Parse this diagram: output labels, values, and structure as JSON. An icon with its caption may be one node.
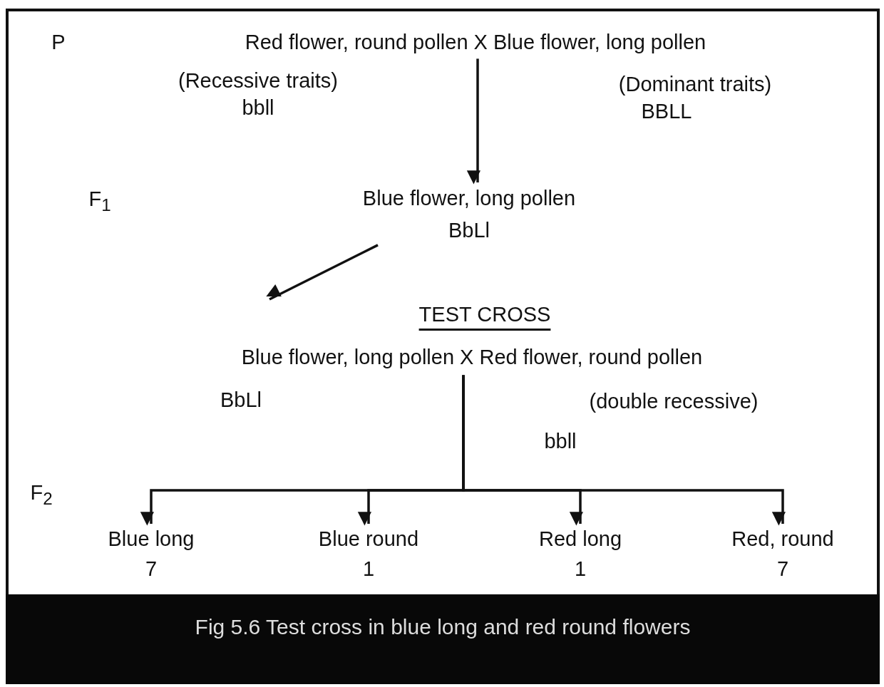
{
  "diagram": {
    "caption": "Fig 5.6 Test cross in blue long and red round flowers",
    "nodes": [
      {
        "text": [
          "Red flower, round pollen X Blue flower, long pollen"
        ]
      },
      {
        "text": [
          "Blue flower, long pollen",
          "BbLl"
        ]
      },
      {
        "text": [
          "Blue flower, long pollen X Red flower, round pollen"
        ]
      },
      {
        "text": [
          "Blue long",
          "7"
        ]
      },
      {
        "text": [
          "Blue round",
          "1"
        ]
      },
      {
        "text": [
          "Red long",
          "1"
        ]
      },
      {
        "text": [
          "Red, round",
          "7"
        ]
      }
    ],
    "edges": [
      {
        "from": 0,
        "to": 1,
        "arrow": "to"
      },
      {
        "from": 1,
        "to": null,
        "arrow": "to"
      },
      {
        "from": 2,
        "to": 3,
        "arrow": "to"
      },
      {
        "from": 2,
        "to": 4,
        "arrow": "to"
      },
      {
        "from": 2,
        "to": 5,
        "arrow": "to"
      },
      {
        "from": 2,
        "to": 6,
        "arrow": "to"
      }
    ],
    "labels": [
      "P",
      "(Recessive traits)",
      "bbll",
      "(Dominant traits)",
      "BBLL",
      "F$_{1}$",
      "TEST CROSS",
      "BbLl",
      "(double recessive)",
      "bbll",
      "F$_{2}$"
    ]
  }
}
